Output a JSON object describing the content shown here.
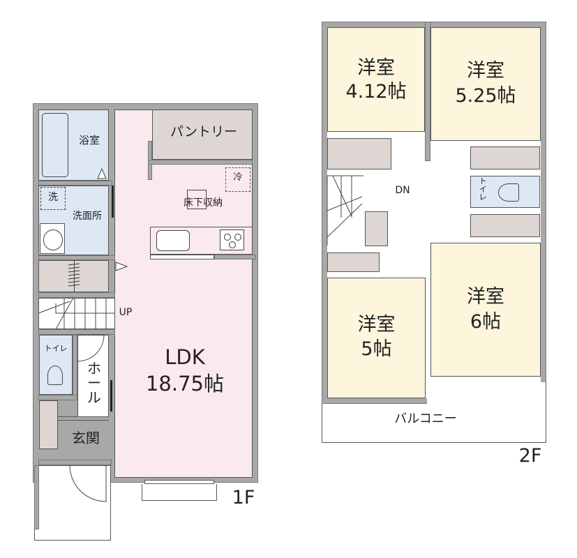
{
  "floor1": {
    "label": "1F",
    "rooms": {
      "bath": "浴室",
      "washroom": "洗面所",
      "washer": "洗",
      "pantry": "パントリー",
      "fridge": "冷",
      "underfloor": "床下収納",
      "ldk_name": "LDK",
      "ldk_size": "18.75帖",
      "stairs_up": "UP",
      "toilet": "トイレ",
      "hall": "ホ\nー\nル",
      "entrance": "玄関"
    }
  },
  "floor2": {
    "label": "2F",
    "rooms": {
      "room_nw_name": "洋室",
      "room_nw_size": "4.12帖",
      "room_ne_name": "洋室",
      "room_ne_size": "5.25帖",
      "stairs_down": "DN",
      "toilet": "ト\nイ\nレ",
      "room_sw_name": "洋室",
      "room_sw_size": "5帖",
      "room_se_name": "洋室",
      "room_se_size": "6帖",
      "balcony": "バルコニー"
    }
  },
  "colors": {
    "wall": "#a8a8a8",
    "ldk": "#fbe9f0",
    "wet_area": "#dde8f4",
    "bedroom": "#fdf5dc",
    "storage": "#ddd6d3"
  }
}
